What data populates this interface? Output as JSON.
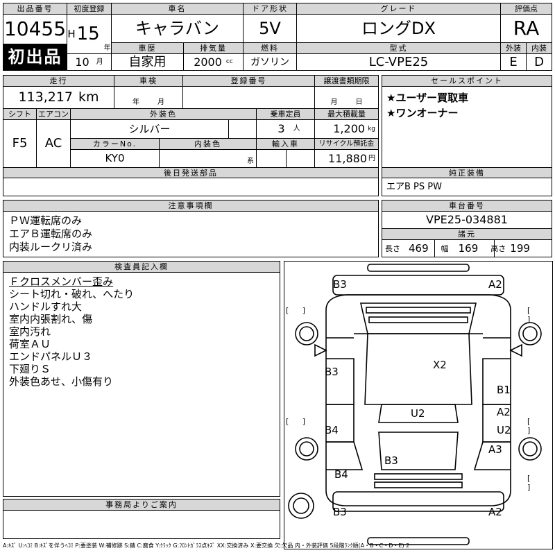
{
  "labels": {
    "lot_no": "出品番号",
    "first_reg": "初度登録",
    "car_name": "車名",
    "doors": "ドア形状",
    "grade": "グレード",
    "rating": "評価点",
    "history": "車歴",
    "displacement": "排気量",
    "fuel": "燃料",
    "model_code": "型式",
    "exterior": "外装",
    "interior": "内装",
    "mileage": "走行",
    "inspection": "車検",
    "reg_no": "登録番号",
    "transfer_deadline": "譲渡書類期限",
    "sales_points": "セールスポイント",
    "shift": "シフト",
    "aircon": "エアコン",
    "ext_color": "外装色",
    "capacity": "乗車定員",
    "max_load": "最大積載量",
    "color_no": "カラーNo.",
    "int_color": "内装色",
    "import": "輸入車",
    "recycle": "リサイクル預託金",
    "later_parts": "後日発送部品",
    "equipment": "純正装備",
    "notes": "注意事項欄",
    "chassis_no": "車台番号",
    "specs": "諸元",
    "length": "長さ",
    "width": "幅",
    "height": "高さ",
    "inspector": "検査員記入欄",
    "office": "事務局よりご案内",
    "year_unit": "年",
    "month_unit": "月",
    "cc_unit": "cc",
    "km_unit": "km",
    "person_unit": "人",
    "kg_unit": "kg",
    "yen_unit": "円",
    "series_unit": "系"
  },
  "lot": {
    "number": "10455",
    "badge": "初出品"
  },
  "first_registration": {
    "era": "H",
    "year": "15",
    "month": "10"
  },
  "car": {
    "name": "キャラバン",
    "doors": "5V",
    "grade": "ロングDX",
    "history": "自家用",
    "displacement": "2000",
    "fuel": "ガソリン",
    "model": "LC-VPE25"
  },
  "score": {
    "overall": "RA",
    "exterior": "E",
    "interior": "D"
  },
  "mileage": "113,217",
  "shift": "F5",
  "aircon": "AC",
  "ext_color": "シルバー",
  "capacity": "3",
  "max_load": "1,200",
  "color_no": "KY0",
  "recycle": "11,880",
  "sales_points": [
    "★ユーザー買取車",
    "★ワンオーナー"
  ],
  "equipment": "エアB PS PW",
  "notes": [
    "ＰＷ運転席のみ",
    "エアＢ運転席のみ",
    "内装ルークリ済み"
  ],
  "chassis": "VPE25-034881",
  "dims": {
    "length": "469",
    "width": "169",
    "height": "199"
  },
  "inspector_notes": [
    "Ｆクロスメンバー歪み",
    "シート切れ・破れ、へたり",
    "ハンドルすれ大",
    "室内内張割れ、傷",
    "室内汚れ",
    "荷室ＡＵ",
    "エンドパネルＵ３",
    "下廻りＳ",
    "外装色あせ、小傷有り"
  ],
  "damage": {
    "top_left": "B3",
    "top_right": "A2",
    "roof": "X2",
    "left_front": "B3",
    "left_rear": "B4",
    "right_front": "B1",
    "right_mid": "A2",
    "right_mid2": "U2",
    "right_rear": "A3",
    "center": "U2",
    "rear": "B3",
    "left_quarter": "B4",
    "bottom_left": "B3",
    "bottom_right": "A2",
    "bracket": "[ ]"
  },
  "legend": "A:ｷｽﾞ U:ﾍｺﾐ B:ｷｽﾞを伴うﾍｺﾐ P:要塗装 W:補修跡 S:錆 C:腐食 Y:ｸﾗｯｸ G:ﾌﾛﾝﾄｶﾞﾗｽ点ｷｽﾞ XX:交換済み X:要交換 欠:欠品 内・外装評価 5段階ﾗﾝｸ順(A・B・C・D・E) 2"
}
